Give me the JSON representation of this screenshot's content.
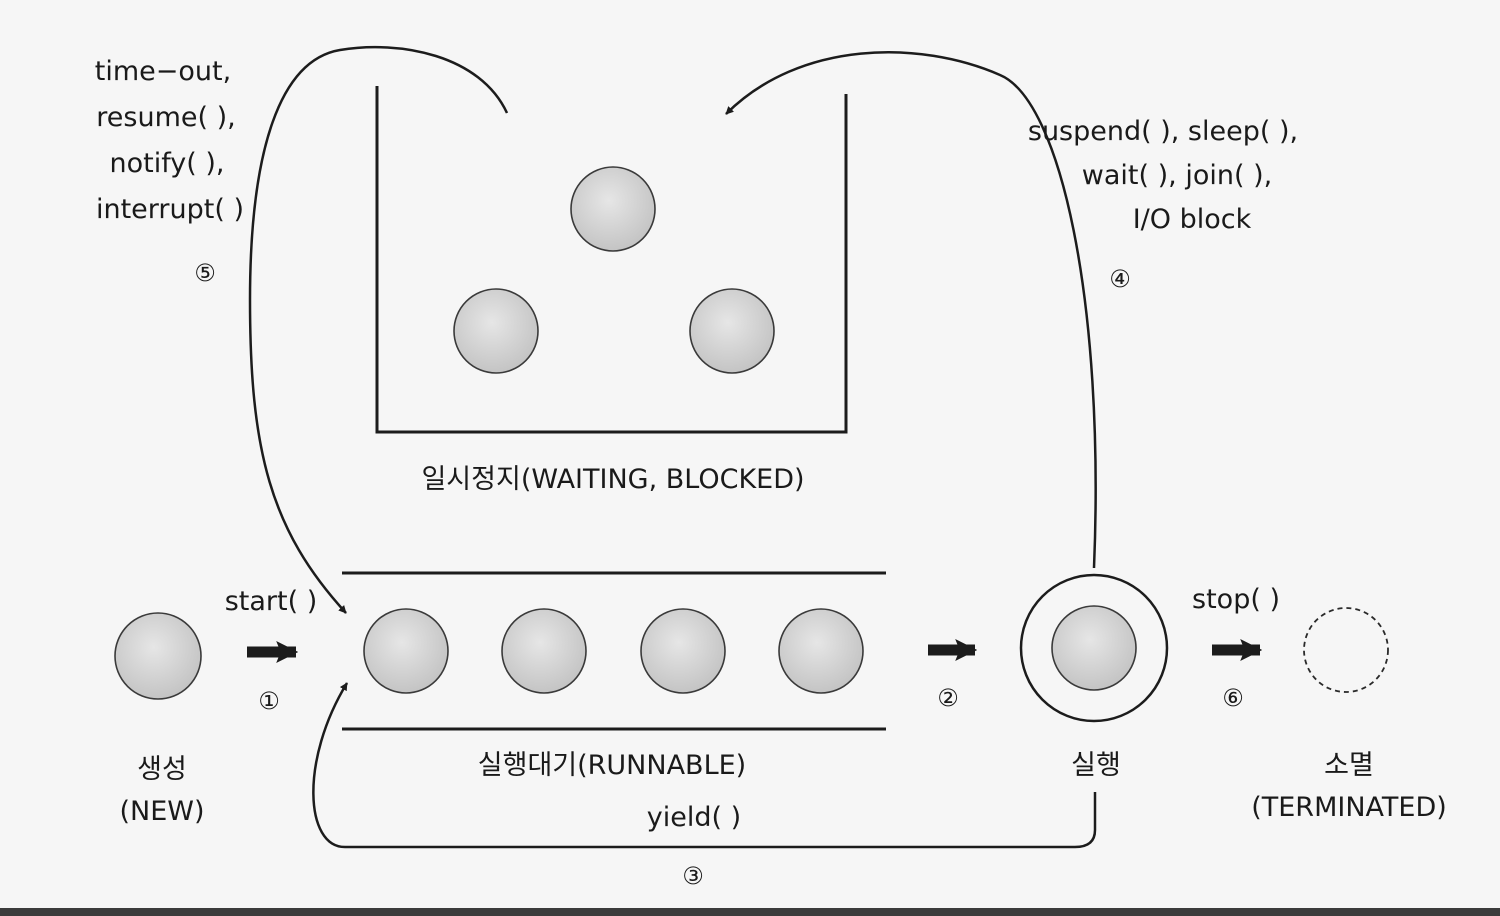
{
  "states": {
    "new": {
      "label": "생성",
      "sub": "(NEW)"
    },
    "runnable": {
      "label": "실행대기(RUNNABLE)"
    },
    "running": {
      "label": "실행"
    },
    "terminated": {
      "label": "소멸",
      "sub": "(TERMINATED)"
    },
    "waiting": {
      "label": "일시정지(WAITING, BLOCKED)"
    }
  },
  "transitions": {
    "t1": {
      "num": "①",
      "method": "start( )"
    },
    "t2": {
      "num": "②"
    },
    "t3": {
      "num": "③",
      "method": "yield( )"
    },
    "t4": {
      "num": "④",
      "methods": [
        "suspend( ), sleep( ),",
        "wait( ), join( ),",
        "I/O block"
      ]
    },
    "t5": {
      "num": "⑤",
      "methods": [
        "time−out,",
        "resume( ),",
        "notify( ),",
        "interrupt( )"
      ]
    },
    "t6": {
      "num": "⑥",
      "method": "stop( )"
    }
  }
}
